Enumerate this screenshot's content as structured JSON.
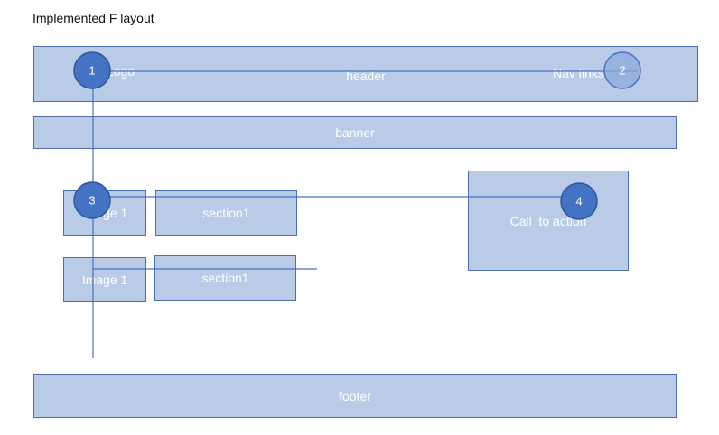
{
  "title": "Implemented F layout",
  "header": {
    "label": "header",
    "logo": "Logo",
    "nav": "Nav links"
  },
  "banner": {
    "label": "banner"
  },
  "rows": [
    {
      "image": "Image 1",
      "section": "section1"
    },
    {
      "image": "Image 1",
      "section": "section1"
    }
  ],
  "cta": {
    "label": "Call  to action"
  },
  "footer": {
    "label": "footer"
  },
  "markers": [
    "1",
    "2",
    "3",
    "4"
  ],
  "colors": {
    "box_fill": "#b9cbe7",
    "box_border": "#4f6fa8",
    "marker_fill": "#4472c4",
    "line": "#4472c4"
  }
}
